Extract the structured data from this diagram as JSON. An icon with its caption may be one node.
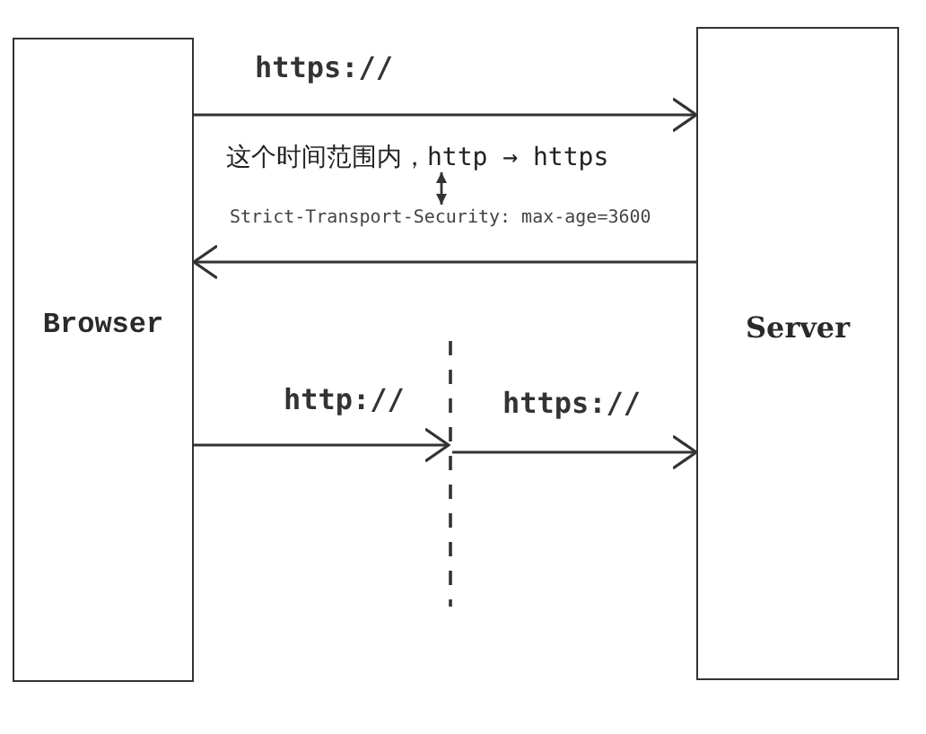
{
  "diagram": {
    "nodes": [
      {
        "text": [
          "Browser"
        ]
      },
      {
        "text": [
          "Server"
        ]
      },
      {
        "text": [
          "这个时间范围内，http → https"
        ]
      },
      {
        "text": [
          "Strict-Transport-Security: max-age=3600"
        ]
      },
      {
        "text": [],
        "shape": "line"
      }
    ],
    "edges": [
      {
        "from": 0,
        "to": 1,
        "arrow": "to",
        "label": "https://"
      },
      {
        "from": 1,
        "to": 0,
        "arrow": "to"
      },
      {
        "from": 2,
        "to": 3,
        "arrow": "both"
      },
      {
        "from": 0,
        "to": 4,
        "arrow": "to",
        "label": "http://"
      },
      {
        "from": 4,
        "to": 1,
        "arrow": "to",
        "label": "https://"
      }
    ]
  }
}
